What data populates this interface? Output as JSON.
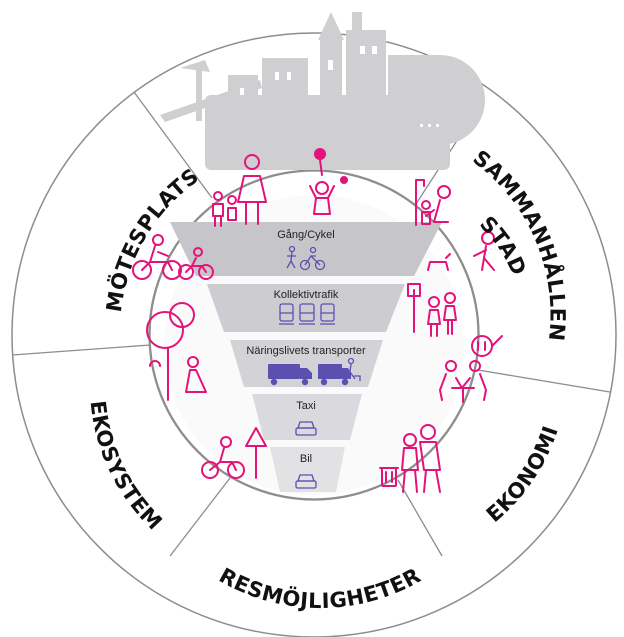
{
  "colors": {
    "accent": "#e3137a",
    "outer_ring": "#ffffff",
    "ring_stroke": "#9a9a9a",
    "inner_disc": "#f4f4f4",
    "tier_fill": "#c9c9cd",
    "icon_blue": "#5b4fb0"
  },
  "segments": {
    "motesplats": "MÖTESPLATS",
    "sammanhallen": "SAMMANHÅLLEN",
    "stad": "STAD",
    "ekosystem": "EKOSYSTEM",
    "ekonomi": "EKONOMI",
    "resmojligheter": "RESMÖJLIGHETER"
  },
  "pyramid": {
    "tiers": [
      {
        "label": "Gång/Cykel",
        "icons": [
          "pedestrian-icon",
          "bicycle-icon"
        ]
      },
      {
        "label": "Kollektivtrafik",
        "icons": [
          "tram-icon",
          "bus-icon",
          "train-icon"
        ]
      },
      {
        "label": "Näringslivets transporter",
        "icons": [
          "truck-icon",
          "van-icon",
          "delivery-walker-icon"
        ]
      },
      {
        "label": "Taxi",
        "icons": [
          "taxi-icon"
        ]
      },
      {
        "label": "Bil",
        "icons": [
          "car-icon"
        ]
      }
    ]
  },
  "illustrations": {
    "skyline": "city-skyline-icon",
    "people": [
      "family-icon",
      "child-with-balloon-icon",
      "parent-child-bench-icon",
      "cyclists-icon",
      "dog-walker-icon",
      "bus-stop-people-icon",
      "park-tree-icon",
      "cafe-table-icon",
      "cyclist-sign-icon",
      "pedestrians-bin-icon"
    ]
  }
}
